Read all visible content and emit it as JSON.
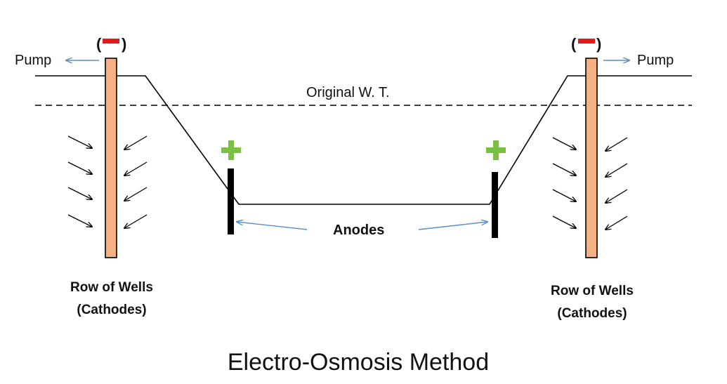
{
  "diagram": {
    "title": "Electro-Osmosis Method",
    "water_table_label": "Original W. T.",
    "anodes_label": "Anodes",
    "left_well": {
      "pump_label": "Pump",
      "charge_open": "(",
      "charge_close": ")",
      "caption_line1": "Row of Wells",
      "caption_line2": "(Cathodes)"
    },
    "right_well": {
      "pump_label": "Pump",
      "charge_open": "(",
      "charge_close": ")",
      "caption_line1": "Row of Wells",
      "caption_line2": "(Cathodes)"
    },
    "colors": {
      "well_fill": "#f5b183",
      "cathode_sign": "#e31a1a",
      "anode_sign": "#7ac143",
      "arrow_blue": "#5b8fc9",
      "line": "#000000"
    }
  }
}
